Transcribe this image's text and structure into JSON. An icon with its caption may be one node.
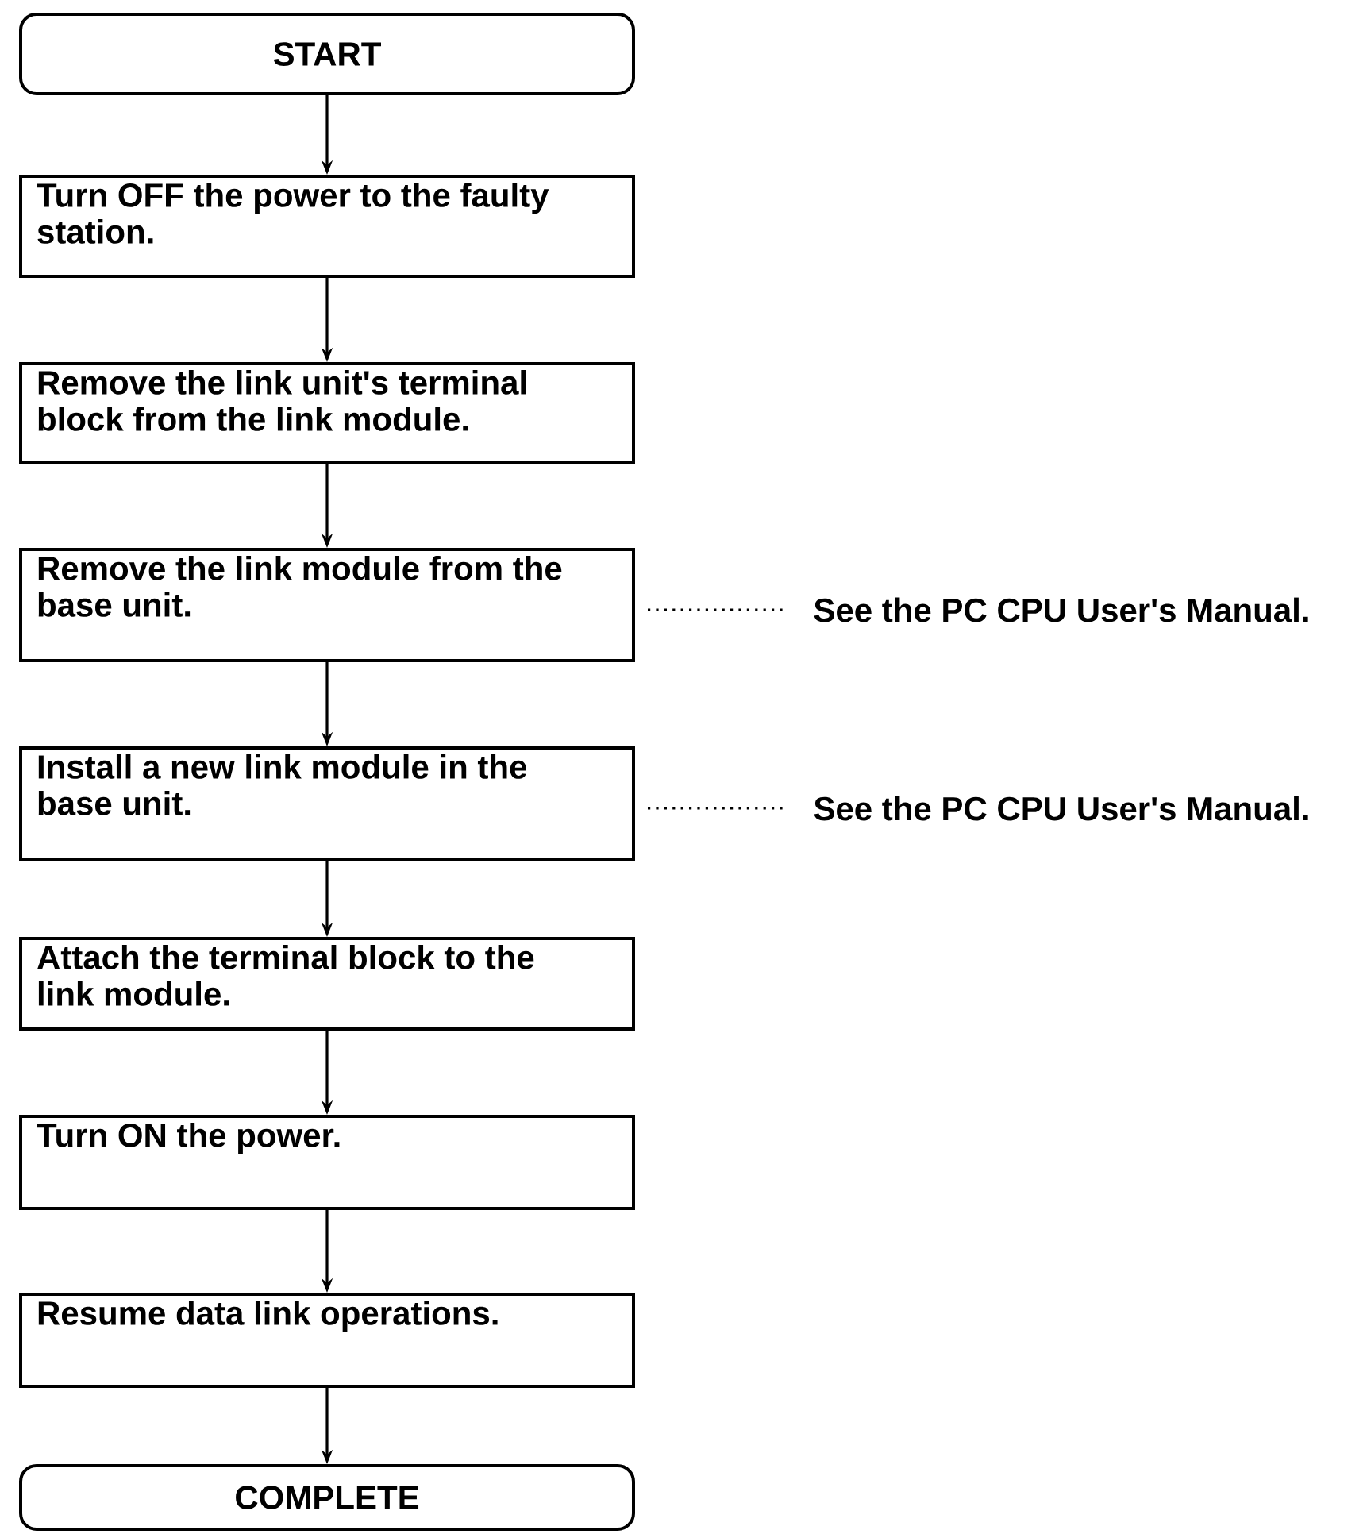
{
  "diagram": {
    "nodes": [
      {
        "text": [
          "START"
        ]
      },
      {
        "text": [
          "Turn OFF the power to the faulty station."
        ]
      },
      {
        "text": [
          "Remove the link unit's terminal block from the link module."
        ]
      },
      {
        "text": [
          "Remove the link module from the base unit."
        ]
      },
      {
        "text": [
          "Install a new link module in the base unit."
        ]
      },
      {
        "text": [
          "Attach the terminal block to the link module."
        ]
      },
      {
        "text": [
          "Turn ON the power."
        ]
      },
      {
        "text": [
          "Resume data link operations."
        ]
      },
      {
        "text": [
          "COMPLETE"
        ]
      },
      {
        "text": [
          "See the PC CPU User's Manual."
        ]
      },
      {
        "text": [
          "See the PC CPU User's Manual."
        ]
      }
    ],
    "edges": [
      {
        "from": 0,
        "to": 1,
        "arrow": "to"
      },
      {
        "from": 1,
        "to": 2,
        "arrow": "to"
      },
      {
        "from": 2,
        "to": 3,
        "arrow": "to"
      },
      {
        "from": 3,
        "to": 4,
        "arrow": "to"
      },
      {
        "from": 4,
        "to": 5,
        "arrow": "to"
      },
      {
        "from": 5,
        "to": 6,
        "arrow": "to"
      },
      {
        "from": 6,
        "to": 7,
        "arrow": "to"
      },
      {
        "from": 7,
        "to": 8,
        "arrow": "to"
      },
      {
        "from": 3,
        "to": 9,
        "arrow": "none",
        "style": "dashed"
      },
      {
        "from": 4,
        "to": 10,
        "arrow": "none",
        "style": "dashed"
      }
    ]
  }
}
